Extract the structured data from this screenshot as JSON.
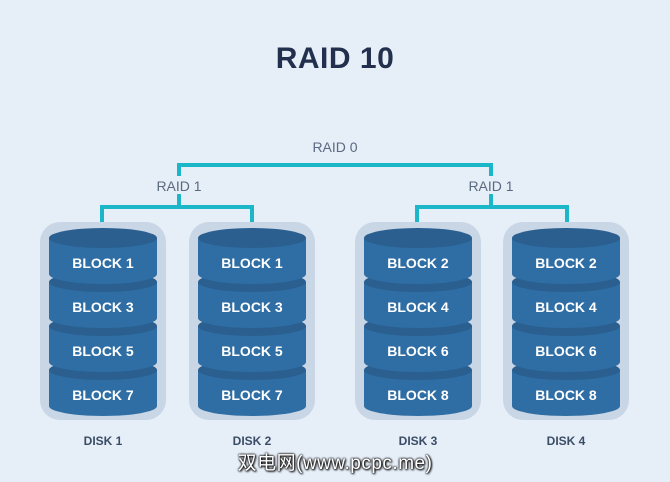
{
  "title": "RAID 10",
  "labels": {
    "raid0": "RAID 0",
    "raid1_left": "RAID 1",
    "raid1_right": "RAID 1"
  },
  "colors": {
    "background": "#e6eef8",
    "connector": "#1bb7c8",
    "disk_shadow": "#c9d6e6",
    "block": "#2f6ea4",
    "block_top": "#2a5f90",
    "title": "#22304d"
  },
  "disks": [
    {
      "label": "DISK 1",
      "blocks": [
        "BLOCK 1",
        "BLOCK 3",
        "BLOCK 5",
        "BLOCK 7"
      ]
    },
    {
      "label": "DISK 2",
      "blocks": [
        "BLOCK 1",
        "BLOCK 3",
        "BLOCK 5",
        "BLOCK 7"
      ]
    },
    {
      "label": "DISK 3",
      "blocks": [
        "BLOCK 2",
        "BLOCK 4",
        "BLOCK 6",
        "BLOCK 8"
      ]
    },
    {
      "label": "DISK 4",
      "blocks": [
        "BLOCK 2",
        "BLOCK 4",
        "BLOCK 6",
        "BLOCK 8"
      ]
    }
  ],
  "watermark": "双电网(www.pcpc.me)"
}
